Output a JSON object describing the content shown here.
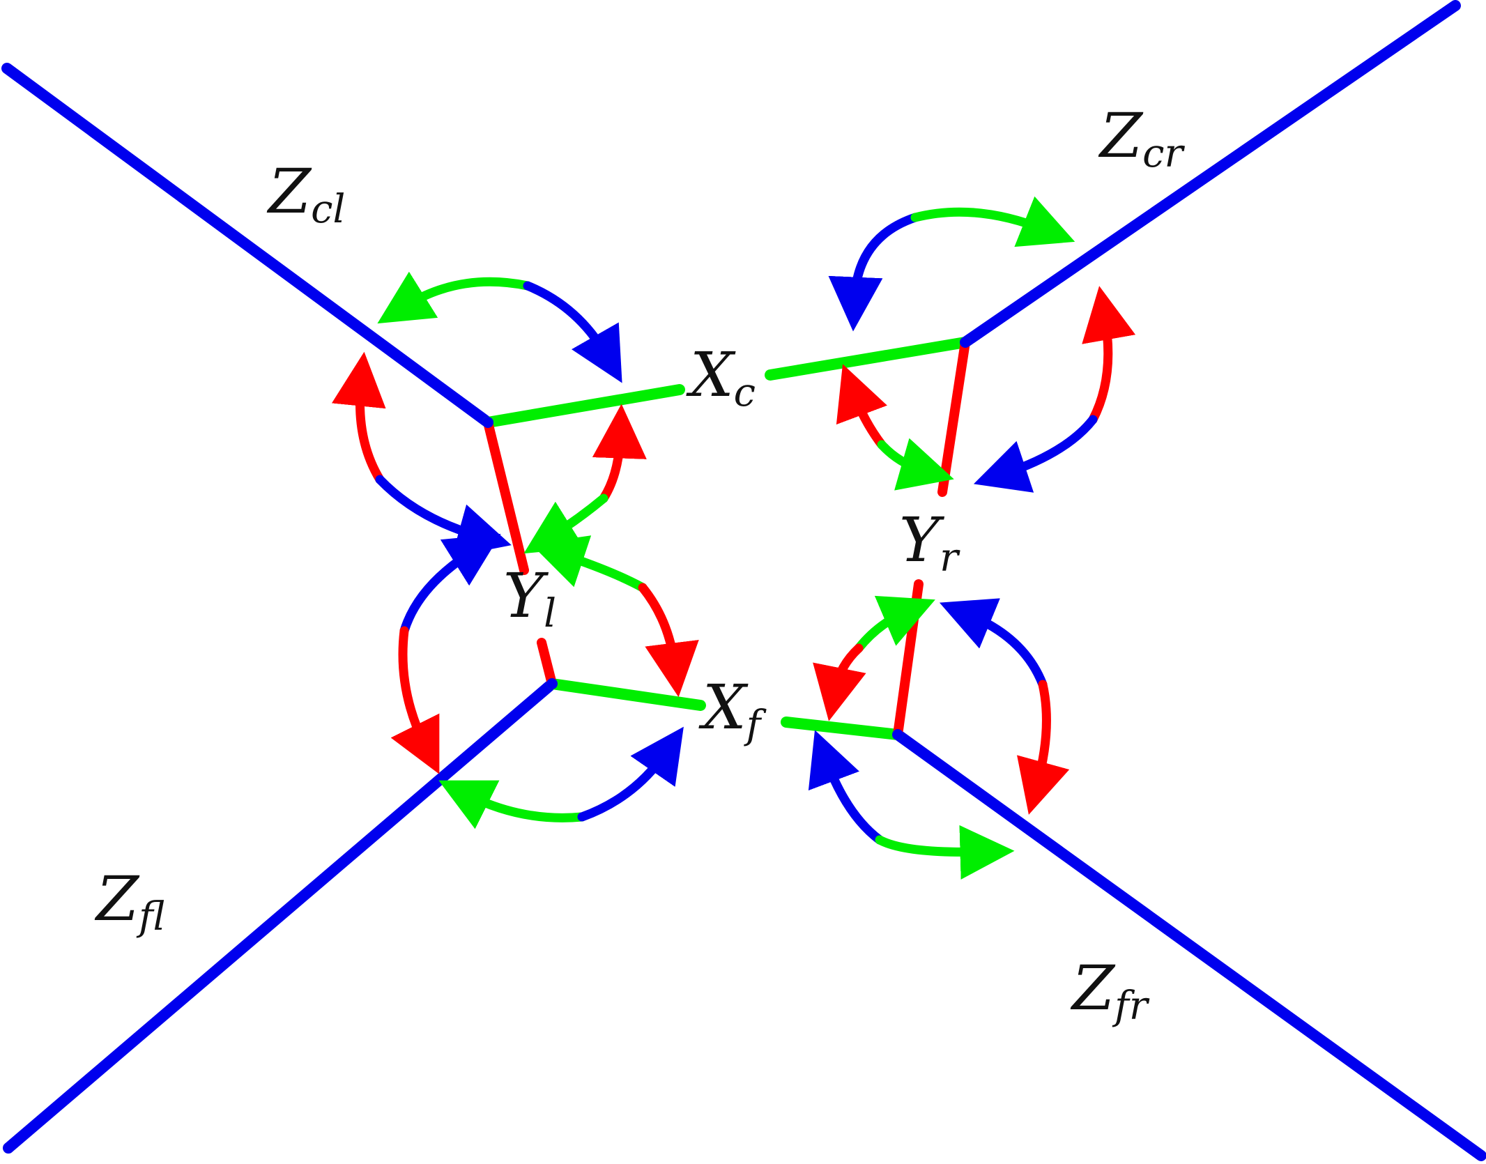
{
  "colors": {
    "blue": "#0000ee",
    "red": "#ff0000",
    "green": "#00ee00",
    "text": "#111111"
  },
  "labels": {
    "zcl": {
      "main": "Z",
      "sub": "cl"
    },
    "zcr": {
      "main": "Z",
      "sub": "cr"
    },
    "zfl": {
      "main": "Z",
      "sub": "fl"
    },
    "zfr": {
      "main": "Z",
      "sub": "fr"
    },
    "xc": {
      "main": "X",
      "sub": "c"
    },
    "xf": {
      "main": "X",
      "sub": "f"
    },
    "yl": {
      "main": "Y",
      "sub": "l"
    },
    "yr": {
      "main": "Y",
      "sub": "r"
    }
  }
}
